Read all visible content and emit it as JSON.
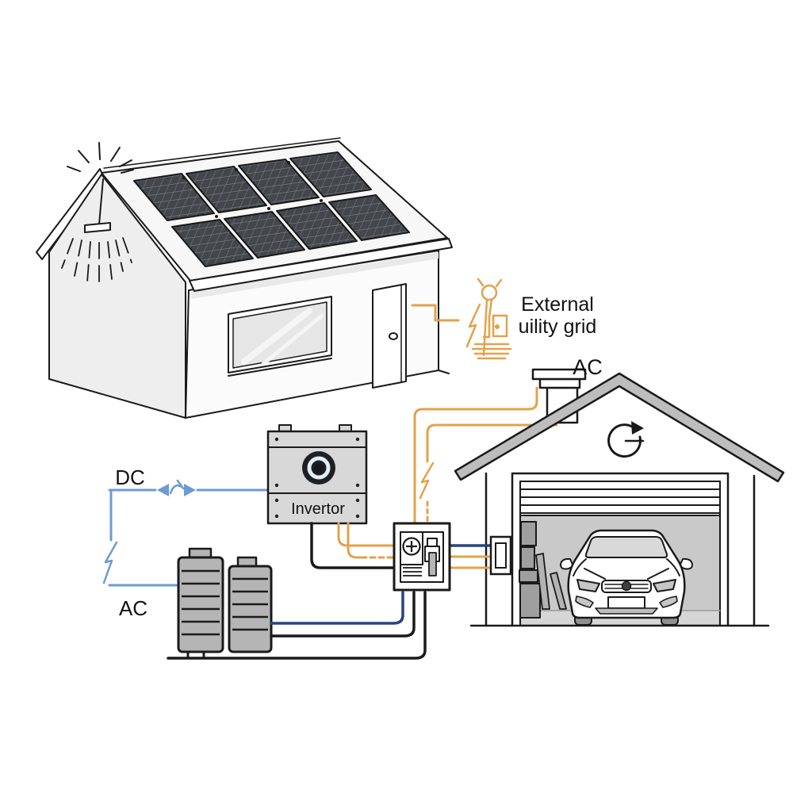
{
  "diagram": {
    "subject": "residential solar energy system diagram",
    "labels": {
      "dc": "DC",
      "ac_battery": "AC",
      "external_grid_line1": "External",
      "external_grid_line2": "uility grid",
      "inverter": "Invertor",
      "ac_garage": "AC"
    },
    "colors": {
      "wire_orange": "#E2A24B",
      "wire_blue": "#6C9BD3",
      "wire_navy": "#27447E",
      "wire_black": "#1A1A1A",
      "solar_cell": "#43464B",
      "roof_gray": "#BDBDBD",
      "garage_interior": "#C9C9C9"
    },
    "icons": [
      "sun-burst-icon",
      "pendant-light-icon",
      "solar-panel-array",
      "bidirectional-arrow-icon",
      "lightning-bolt-icon",
      "utility-pole-icon",
      "inverter-unit",
      "battery-bank",
      "distribution-panel",
      "ev-charger-box",
      "cycle-arrow-icon",
      "chimney-vent",
      "electric-car"
    ]
  }
}
